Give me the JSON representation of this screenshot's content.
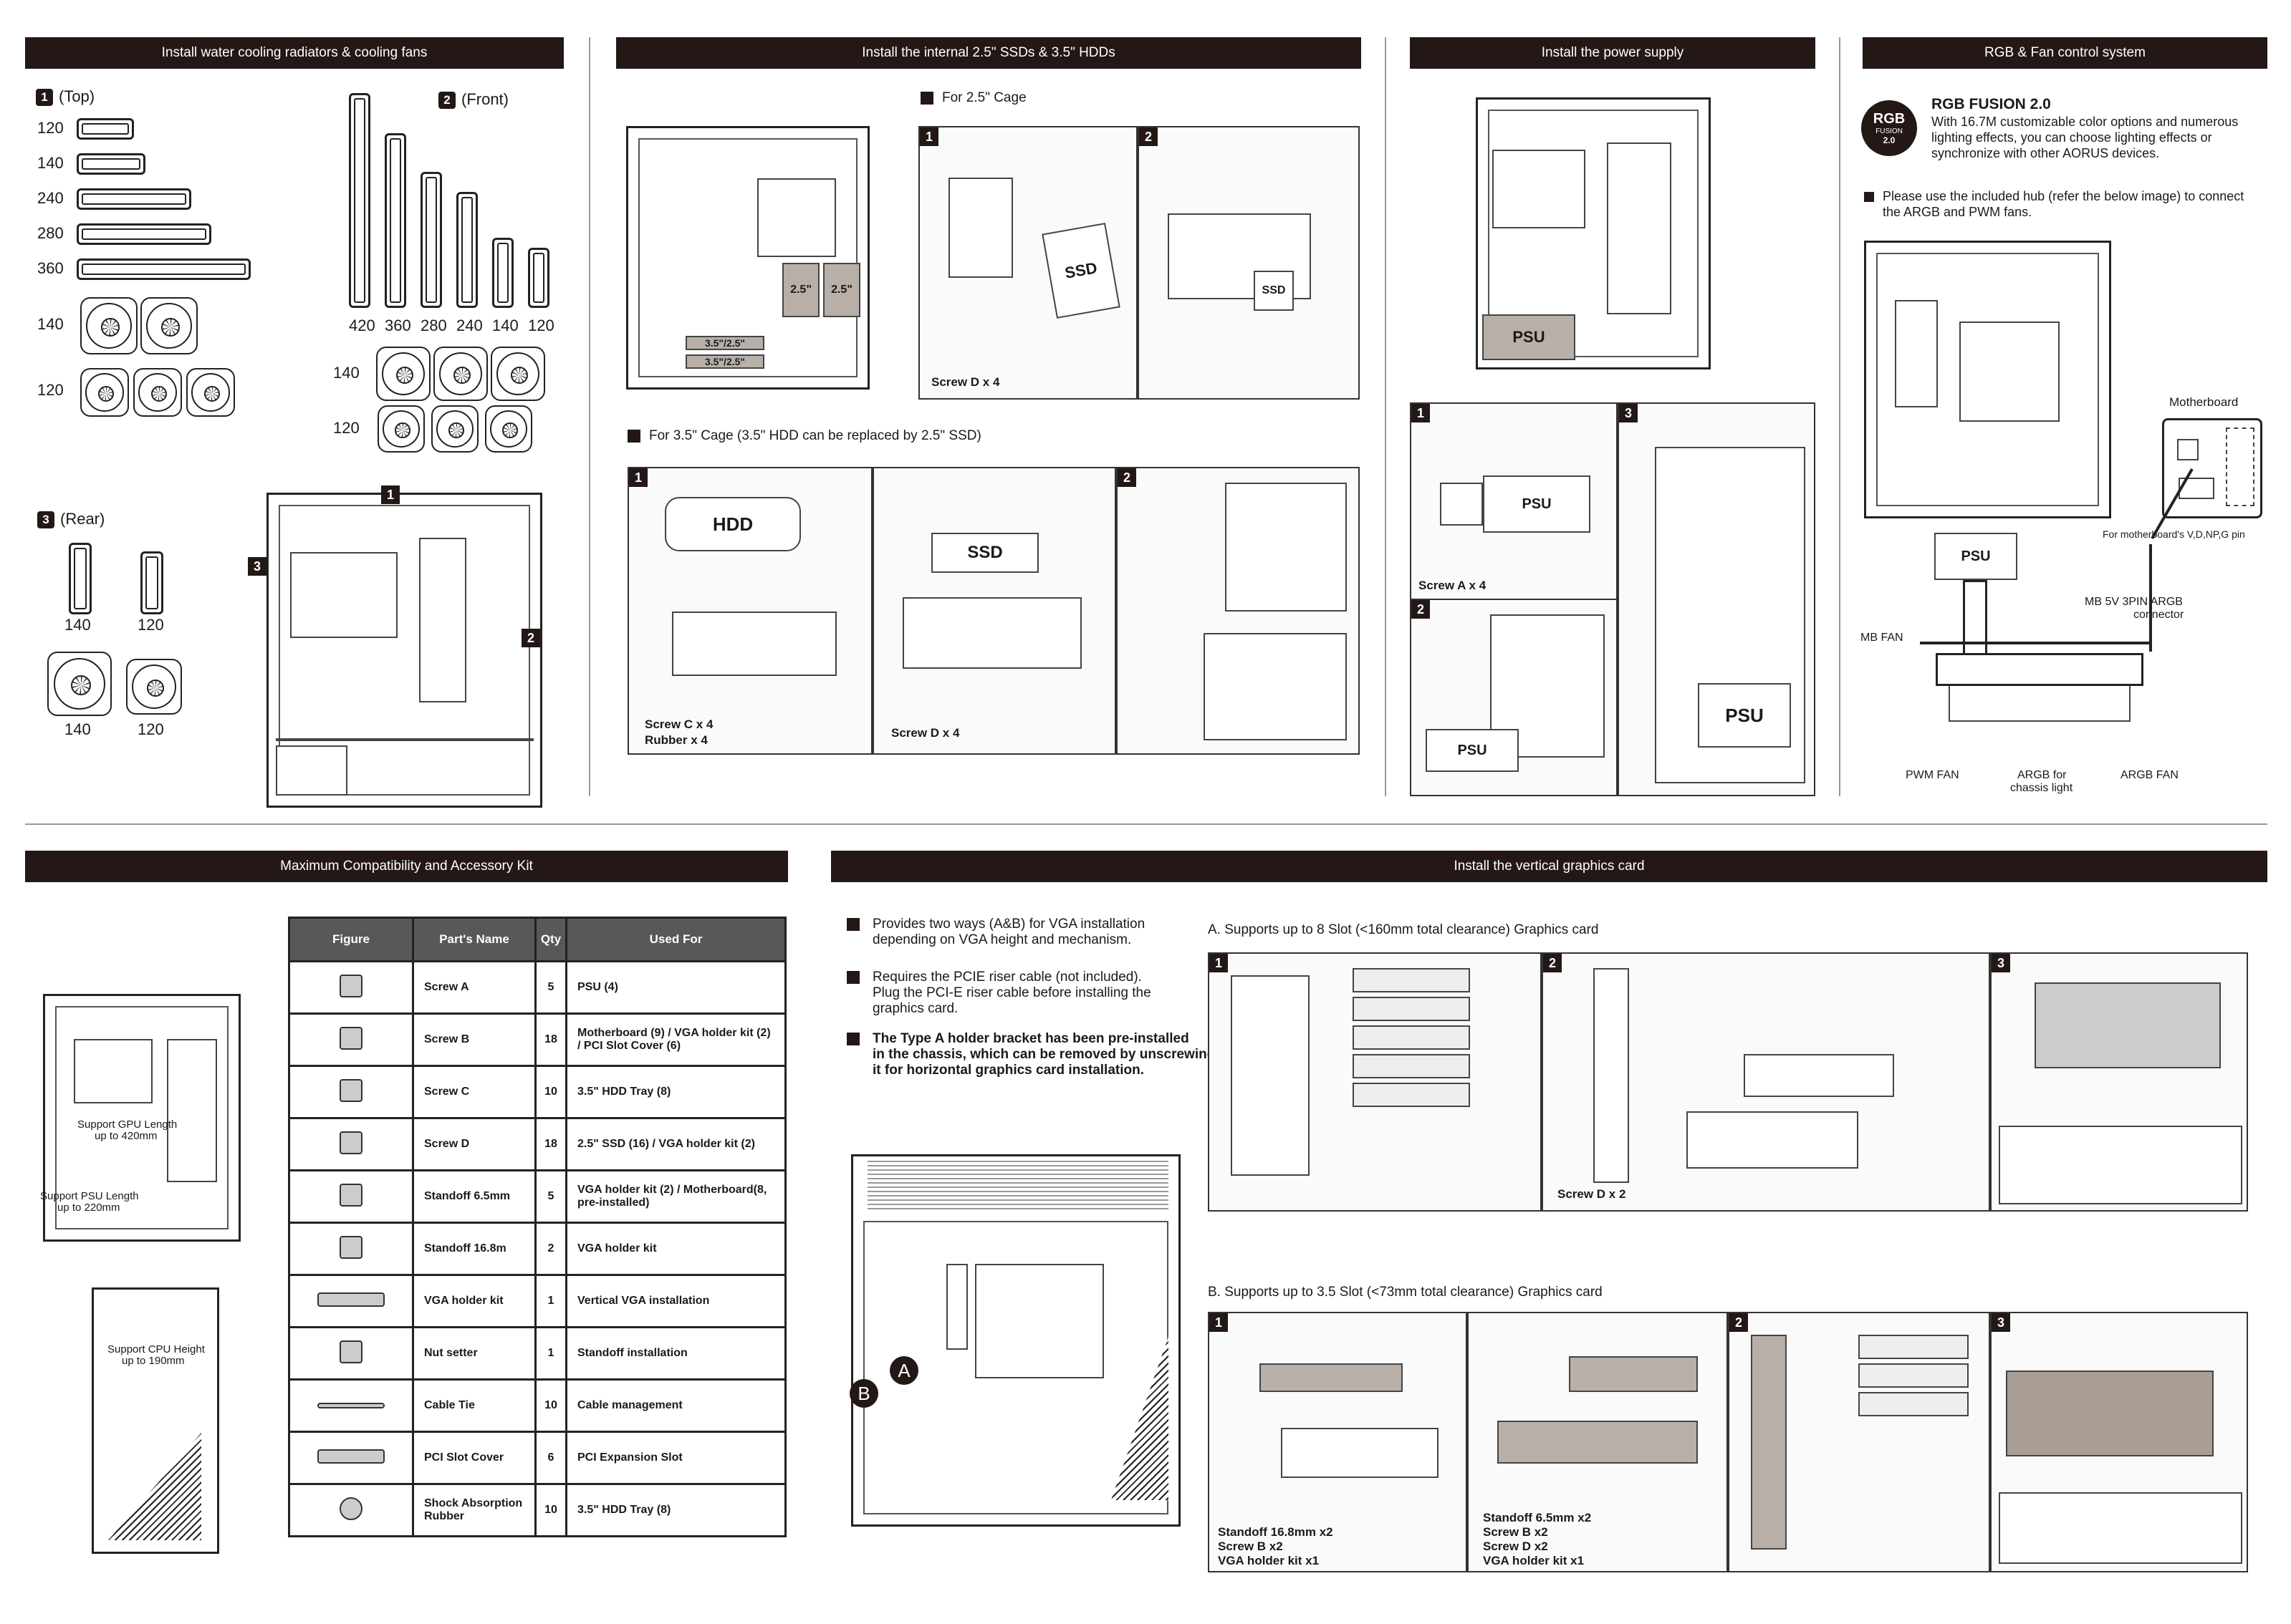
{
  "sections": {
    "cooling": "Install water cooling radiators & cooling fans",
    "drives": "Install the internal 2.5\" SSDs & 3.5\" HDDs",
    "psu": "Install the power supply",
    "rgb": "RGB & Fan control system",
    "compat": "Maximum Compatibility and Accessory Kit",
    "vga": "Install the vertical graphics card"
  },
  "cooling": {
    "top_num": "1",
    "top_label": "(Top)",
    "top_sizes": [
      "120",
      "140",
      "240",
      "280",
      "360"
    ],
    "top_fan_sizes": [
      "140",
      "120"
    ],
    "front_num": "2",
    "front_label": "(Front)",
    "front_sizes": [
      "420",
      "360",
      "280",
      "240",
      "140",
      "120"
    ],
    "front_fan_sizes": [
      "140",
      "120"
    ],
    "rear_num": "3",
    "rear_label": "(Rear)",
    "rear_sizes": [
      "140",
      "120"
    ],
    "rear_fan_sizes": [
      "140",
      "120"
    ],
    "case_markers": [
      "1",
      "2",
      "3"
    ]
  },
  "drives": {
    "cage25": "For 2.5\" Cage",
    "cage35": "For 3.5\" Cage (3.5\" HDD can be replaced by 2.5\" SSD)",
    "case_labels": [
      "2.5\"",
      "2.5\"",
      "3.5\"/2.5\"",
      "3.5\"/2.5\""
    ],
    "ssd": "SSD",
    "hdd": "HDD",
    "panel_nums": [
      "1",
      "2"
    ],
    "screw_d4": "Screw D x 4",
    "screw_c4": "Screw C x 4",
    "rubber4": "Rubber x 4",
    "screw_d4b": "Screw D x 4",
    "ssd_tag": "SSD"
  },
  "psu": {
    "psu": "PSU",
    "panel_nums": [
      "1",
      "2",
      "3"
    ],
    "screw_a4": "Screw A x 4"
  },
  "rgb": {
    "logo_top": "RGB",
    "logo_mid": "FUSION",
    "logo_ver": "2.0",
    "title": "RGB FUSION 2.0",
    "desc": [
      "With 16.7M customizable color options and numerous",
      "lighting effects, you can choose lighting effects or",
      "synchronize with other AORUS devices."
    ],
    "note": [
      "Please use the included hub (refer the below image) to connect",
      "the ARGB and PWM fans."
    ],
    "motherboard": "Motherboard",
    "mb_pin": "For motherboard's V,D,NP,G pin",
    "psu": "PSU",
    "mb_fan": "MB FAN",
    "mb_5v": "MB 5V 3PIN ARGB",
    "connector": "connector",
    "pwm_fan": "PWM FAN",
    "argb_for": "ARGB for",
    "chassis_light": "chassis light",
    "argb_fan": "ARGB FAN"
  },
  "compat": {
    "gpu": "Support GPU Length",
    "gpu_val": "up to 420mm",
    "psu": "Support PSU Length",
    "psu_val": "up to 220mm",
    "cpu": "Support CPU Height",
    "cpu_val": "up to 190mm",
    "headers": [
      "Figure",
      "Part's Name",
      "Qty",
      "Used For"
    ],
    "rows": [
      {
        "name": "Screw A",
        "qty": "5",
        "use": "PSU (4)"
      },
      {
        "name": "Screw B",
        "qty": "18",
        "use": "Motherboard (9) / VGA holder kit (2) / PCI Slot Cover (6)"
      },
      {
        "name": "Screw C",
        "qty": "10",
        "use": "3.5\" HDD Tray (8)"
      },
      {
        "name": "Screw D",
        "qty": "18",
        "use": "2.5\" SSD (16) / VGA holder kit (2)"
      },
      {
        "name": "Standoff  6.5mm",
        "qty": "5",
        "use": "VGA holder kit (2) / Motherboard(8, pre-installed)"
      },
      {
        "name": "Standoff 16.8m",
        "qty": "2",
        "use": "VGA holder kit"
      },
      {
        "name": "VGA holder kit",
        "qty": "1",
        "use": "Vertical VGA installation"
      },
      {
        "name": "Nut setter",
        "qty": "1",
        "use": "Standoff installation"
      },
      {
        "name": "Cable Tie",
        "qty": "10",
        "use": "Cable management"
      },
      {
        "name": "PCI Slot Cover",
        "qty": "6",
        "use": "PCI Expansion Slot"
      },
      {
        "name": "Shock Absorption Rubber",
        "qty": "10",
        "use": "3.5\" HDD Tray (8)"
      }
    ]
  },
  "vga": {
    "b1": [
      "Provides two ways (A&B) for VGA installation",
      "depending on VGA height and mechanism."
    ],
    "b2": [
      "Requires the PCIE riser cable (not included).",
      "Plug the PCI-E riser cable before installing the",
      "graphics card."
    ],
    "b3": [
      "The Type A holder bracket has been pre-installed",
      "in the chassis, which can be removed by unscrewing",
      "it for horizontal graphics card installation."
    ],
    "a_title": "A. Supports up to 8 Slot (<160mm total clearance) Graphics card",
    "b_title": "B. Supports up to 3.5 Slot (<73mm total clearance) Graphics card",
    "marker_a": "A",
    "marker_b": "B",
    "screw_d2": "Screw D x 2",
    "a_nums": [
      "1",
      "2",
      "3"
    ],
    "b_nums": [
      "1",
      "2",
      "3"
    ],
    "b1a": [
      "Standoff 16.8mm x2",
      "Screw B x2",
      "VGA holder kit x1"
    ],
    "b1b": [
      "Standoff 6.5mm x2",
      "Screw B x2",
      "Screw D x2",
      "VGA holder kit x1"
    ]
  }
}
